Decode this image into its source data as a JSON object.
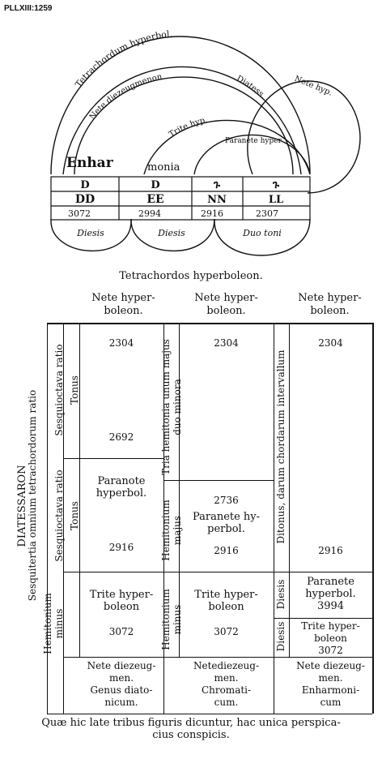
{
  "page_id": "PLLXIII:1259",
  "diagram": {
    "arcs": {
      "tetrachordum": "Tetrachordum hyperbol.",
      "diatessaron": "Diatess.",
      "nete_diezeugmenon": "Nete diezeugmenon",
      "nete_hyp": "Nete hyp.",
      "trite_hyp": "Trite hyp.",
      "paranete": "Paranete hyper"
    },
    "enharmonia": [
      "Enhar",
      "monia"
    ],
    "rows": {
      "top": [
        "D",
        "D",
        "ጉ",
        "ጉ"
      ],
      "middle": [
        "DD",
        "EE",
        "NN",
        "LL"
      ],
      "numbers": [
        "3072",
        "2994",
        "2916",
        "2307"
      ]
    },
    "bottom_arcs": [
      "Diesis",
      "Diesis",
      "Duo toni"
    ]
  },
  "caption": "Tetrachordos hyperboleon.",
  "table": {
    "headers": [
      "Nete hyper-\nboleon.",
      "Nete hyper-\nboleon.",
      "Nete hyper-\nboleon."
    ],
    "left_vertical": {
      "diatessaron": "DIATESSARON",
      "sesquitertia": "Sesquitertia omnium tetrachordorum ratio",
      "sesquioctava_ratio": "Sesquioctava ratio",
      "tonus1": "Tonus",
      "sesquioctava2": "Sesquioctava ratio",
      "tonus2": "Tonus",
      "hemitonium_minus": "Hemitonium minus"
    },
    "col1": {
      "v1": "2304",
      "v2": "2692",
      "paranote": "Paranote\nhyperbol.",
      "v3": "2916",
      "trite": "Trite hyper-\nboleon",
      "v4": "3072",
      "genus": "Nete diezeug-\nmen.\nGenus diato-\nnicum."
    },
    "col2_vertical": {
      "tria": "Tria hemitonia unum majus duo minora",
      "hemitonium_majus": "Hemitonium majus",
      "hemitonium_minus": "Hemitonium minus"
    },
    "col2": {
      "v1": "2304",
      "v2": "2736",
      "paranete": "Paranete hy-\nperbol.",
      "v3": "2916",
      "trite": "Trite hyper-\nboleon",
      "v4": "3072",
      "genus": "Netediezeug-\nmen.\nChromati-\ncum."
    },
    "col3_vertical": {
      "ditonus": "Ditonus, darum chordarum intervallum",
      "diesis1": "Diesis",
      "diesis2": "Diesis"
    },
    "col3": {
      "v1": "2304",
      "v2": "2916",
      "paranete": "Paranete\nhyperbol.\n3994",
      "trite": "Trite hyper-\nboleon\n3072",
      "genus": "Nete diezeug-\nmen.\nEnharmoni-\ncum"
    }
  },
  "footer": "Quæ hic late tribus figuris dicuntur, hac unica perspica-\ncius conspicis."
}
